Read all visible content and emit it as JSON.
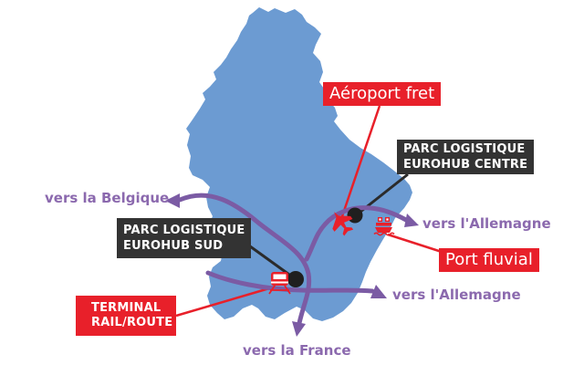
{
  "colors": {
    "country_fill": "#6C9BD2",
    "route_purple": "#7B5BA4",
    "direction_text": "#8B69AE",
    "label_red_bg": "#E8202A",
    "label_dark_bg": "#333333",
    "label_text": "#FFFFFF",
    "marker_black": "#1F1F1F",
    "leader_black": "#2B2B2B",
    "leader_red": "#E8202A"
  },
  "directions": {
    "belgium": "vers la Belgique",
    "germany_north": "vers l'Allemagne",
    "germany_south": "vers l'Allemagne",
    "france": "vers la France"
  },
  "labels": {
    "airport": "Aéroport fret",
    "port": "Port fluvial",
    "eurohub_centre": {
      "line1": "PARC LOGISTIQUE",
      "line2": "EUROHUB CENTRE"
    },
    "eurohub_sud": {
      "line1": "PARC LOGISTIQUE",
      "line2": "EUROHUB SUD"
    },
    "terminal": {
      "line1": "TERMINAL",
      "line2": "RAIL/ROUTE"
    }
  },
  "icons": {
    "airport": "airplane-icon",
    "port": "ship-icon",
    "terminal": "train-icon"
  }
}
